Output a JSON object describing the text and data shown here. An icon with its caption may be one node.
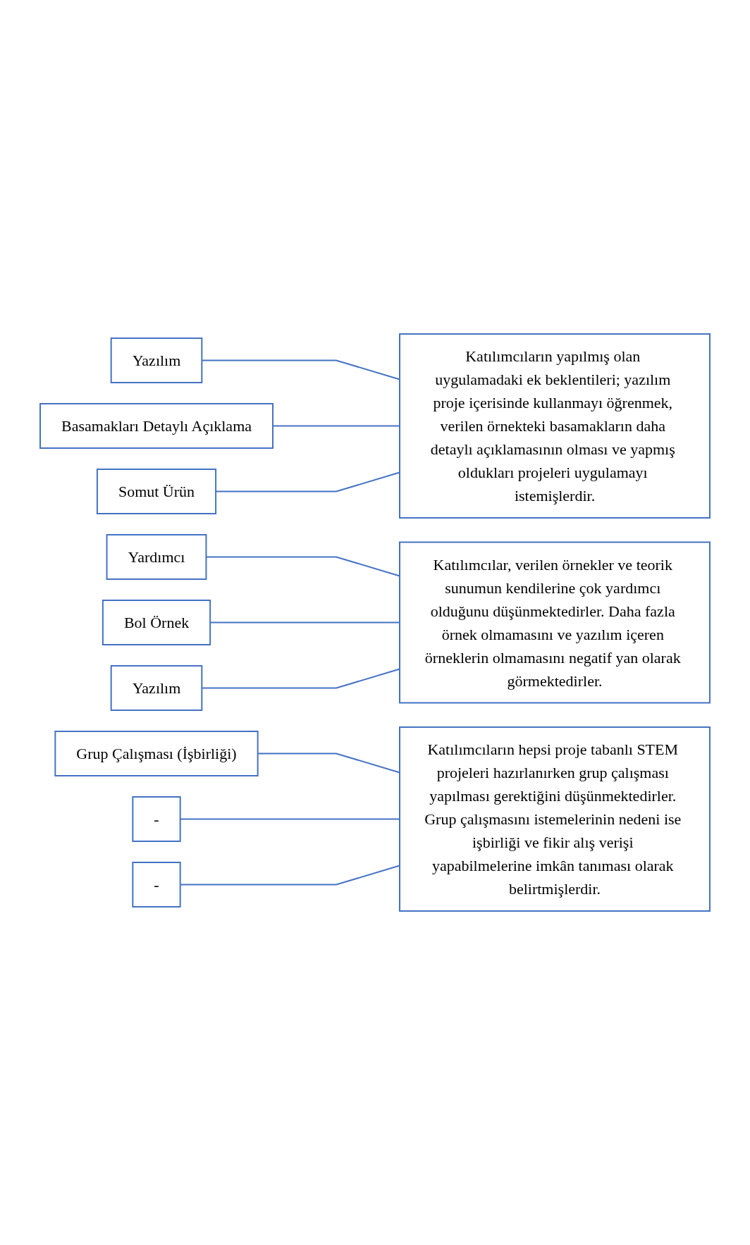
{
  "diagram": {
    "nodes": [
      {
        "text": [
          "Yazılım"
        ]
      },
      {
        "text": [
          "Katılımcıların yapılmış olan uygulamadaki ek beklentileri; yazılım proje içerisinde kullanmayı öğrenmek, verilen örnekteki basamakların daha detaylı açıklamasının olması ve yapmış oldukları projeleri uygulamayı istemişlerdir."
        ]
      },
      {
        "text": [
          "Basamakları Detaylı Açıklama"
        ]
      },
      {
        "text": [
          "Somut Ürün"
        ]
      },
      {
        "text": [
          "Yardımcı"
        ]
      },
      {
        "text": [
          "Katılımcılar, verilen örnekler ve teorik sunumun kendilerine çok yardımcı olduğunu düşünmektedirler. Daha fazla örnek olmamasını ve yazılım içeren örneklerin olmamasını negatif yan olarak görmektedirler."
        ]
      },
      {
        "text": [
          "Bol Örnek"
        ]
      },
      {
        "text": [
          "Yazılım"
        ]
      },
      {
        "text": [
          "Grup Çalışması (İşbirliği)"
        ]
      },
      {
        "text": [
          "Katılımcıların hepsi proje tabanlı STEM projeleri hazırlanırken grup çalışması yapılması gerektiğini düşünmektedirler. Grup çalışmasını istemelerinin nedeni ise işbirliği ve fikir alış verişi yapabilmelerine imkân tanıması olarak belirtmişlerdir."
        ]
      },
      {
        "text": [
          "-"
        ]
      },
      {
        "text": [
          "-"
        ]
      }
    ],
    "edges": [
      {
        "from": 0,
        "to": 1,
        "arrow": "none"
      },
      {
        "from": 2,
        "to": 1,
        "arrow": "none"
      },
      {
        "from": 3,
        "to": 1,
        "arrow": "none"
      },
      {
        "from": 4,
        "to": 5,
        "arrow": "none"
      },
      {
        "from": 6,
        "to": 5,
        "arrow": "none"
      },
      {
        "from": 7,
        "to": 5,
        "arrow": "none"
      },
      {
        "from": 8,
        "to": 9,
        "arrow": "none"
      },
      {
        "from": 10,
        "to": 9,
        "arrow": "none"
      },
      {
        "from": 11,
        "to": 9,
        "arrow": "none"
      }
    ]
  }
}
